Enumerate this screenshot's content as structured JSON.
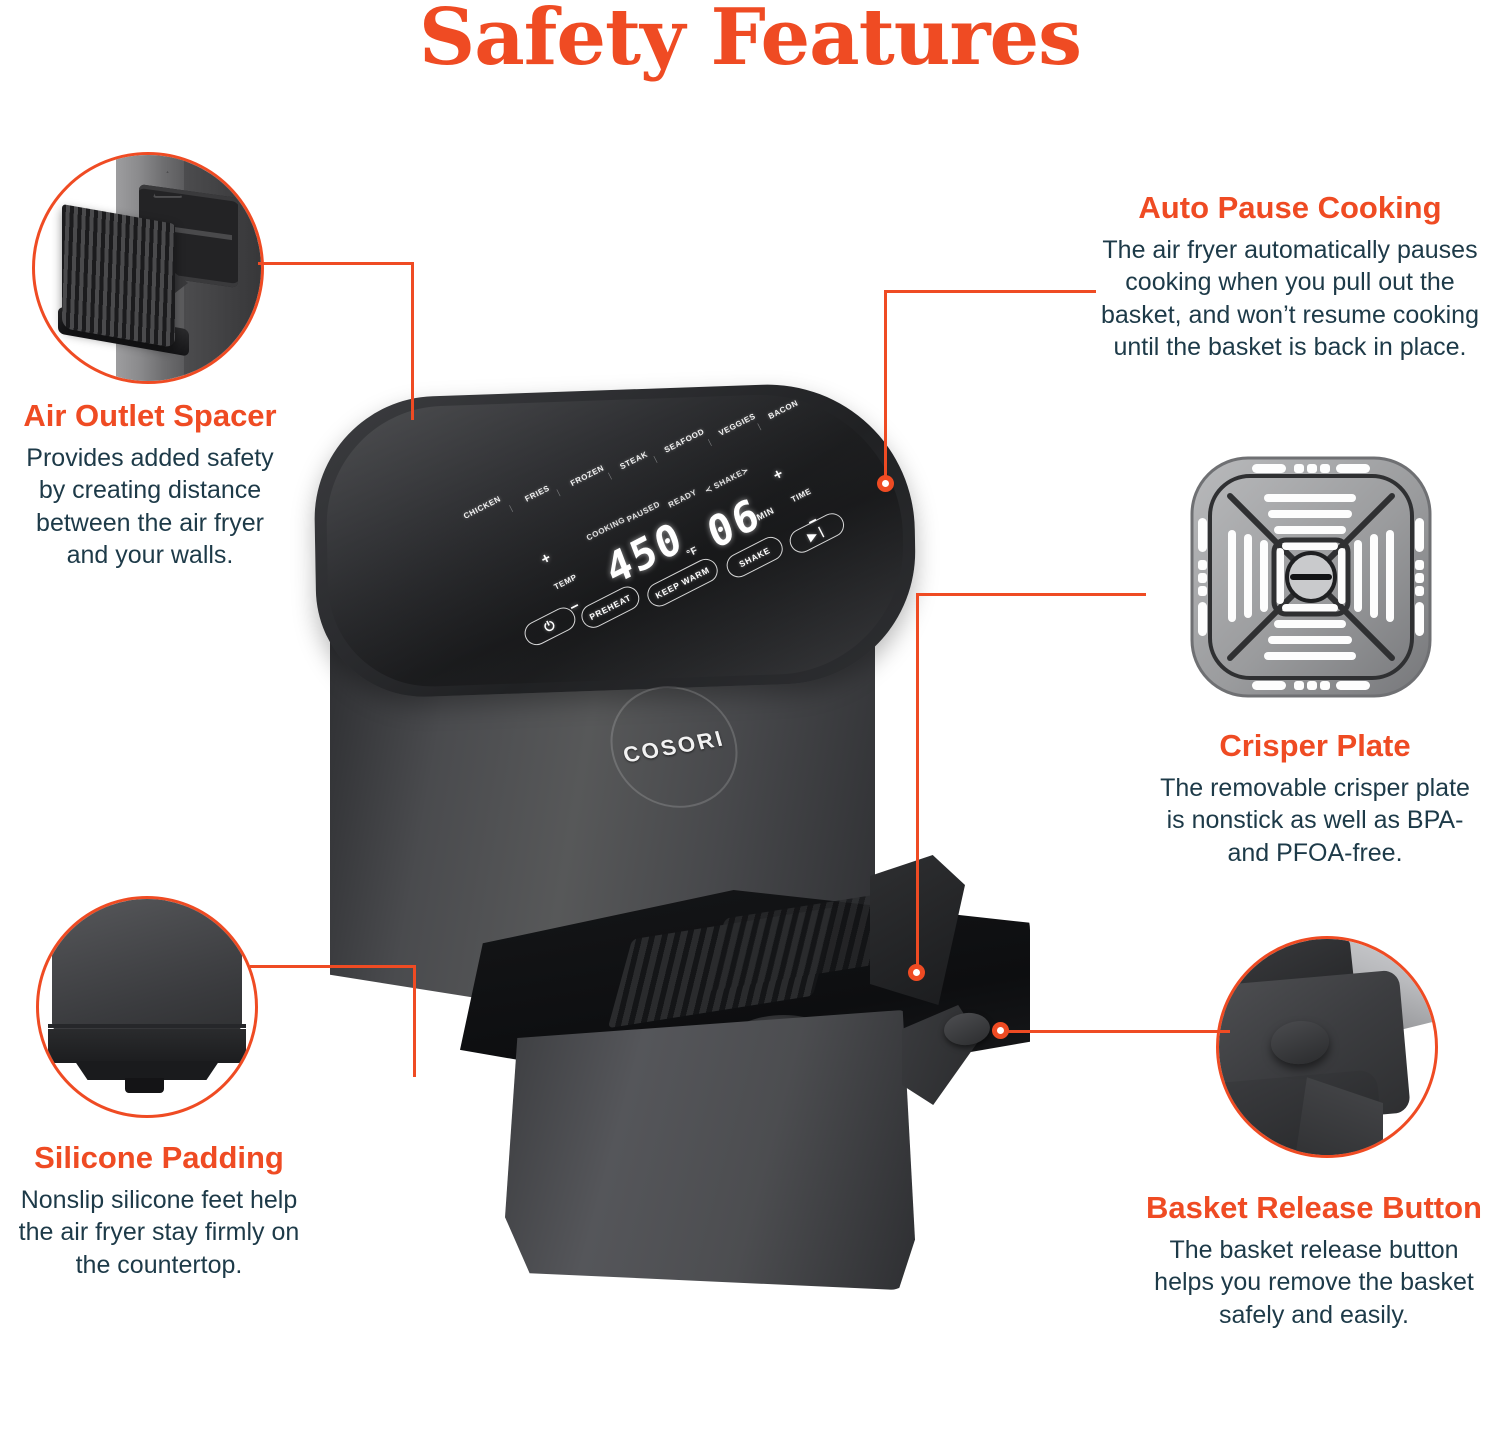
{
  "page": {
    "title": "Safety Features",
    "background_color": "#FFFFFF",
    "accent_color": "#EF4B23",
    "text_color": "#1D3A48"
  },
  "callouts": [
    {
      "id": "air-outlet-spacer",
      "heading": "Air Outlet Spacer",
      "body": "Provides added safety by creating distance between the air fryer and your walls.",
      "lines": [
        "Provides added safety",
        "by creating distance",
        "between the air fryer",
        "and your walls."
      ],
      "inset_icon": "air-outlet-spacer-photo"
    },
    {
      "id": "auto-pause-cooking",
      "heading": "Auto Pause Cooking",
      "body": "The air fryer automatically pauses cooking when you pull out the basket, and won’t resume cooking until the basket is back in place.",
      "lines": [
        "The air fryer automatically pauses",
        "cooking when you pull out the",
        "basket, and won’t resume cooking",
        "until the basket is back in place."
      ],
      "inset_icon": null
    },
    {
      "id": "crisper-plate",
      "heading": "Crisper Plate",
      "body": "The removable crisper plate is nonstick as well as BPA- and PFOA-free.",
      "lines": [
        "The removable crisper plate",
        "is nonstick as well as BPA-",
        "and PFOA-free."
      ],
      "inset_icon": "crisper-plate-photo"
    },
    {
      "id": "silicone-padding",
      "heading": "Silicone Padding",
      "body": "Nonslip silicone feet help the air fryer stay firmly on the countertop.",
      "lines": [
        "Nonslip silicone feet help",
        "the air fryer stay firmly on",
        "the countertop."
      ],
      "inset_icon": "silicone-padding-photo"
    },
    {
      "id": "basket-release-button",
      "heading": "Basket Release Button",
      "body": "The basket release button helps you remove the basket safely and easily.",
      "lines": [
        "The basket release button",
        "helps you remove the basket",
        "safely and easily."
      ],
      "inset_icon": "basket-release-button-photo"
    }
  ],
  "product": {
    "brand": "COSORI",
    "control_panel": {
      "presets": [
        "CHICKEN",
        "FRIES",
        "FROZEN",
        "STEAK",
        "SEAFOOD",
        "VEGGIES",
        "BACON"
      ],
      "status_indicators": [
        "COOKING",
        "PAUSED",
        "READY",
        "SHAKE"
      ],
      "temperature_value": "450",
      "temperature_unit": "°F",
      "time_value": "06",
      "time_unit": "MIN",
      "temp_label": "TEMP",
      "time_label": "TIME",
      "plus_sign": "+",
      "minus_sign": "−",
      "buttons": [
        {
          "name": "power",
          "label": "⏻"
        },
        {
          "name": "preheat",
          "label": "PREHEAT"
        },
        {
          "name": "keep-warm",
          "label": "KEEP WARM"
        },
        {
          "name": "shake",
          "label": "SHAKE"
        },
        {
          "name": "start-pause",
          "label": "▶❘"
        }
      ]
    }
  }
}
